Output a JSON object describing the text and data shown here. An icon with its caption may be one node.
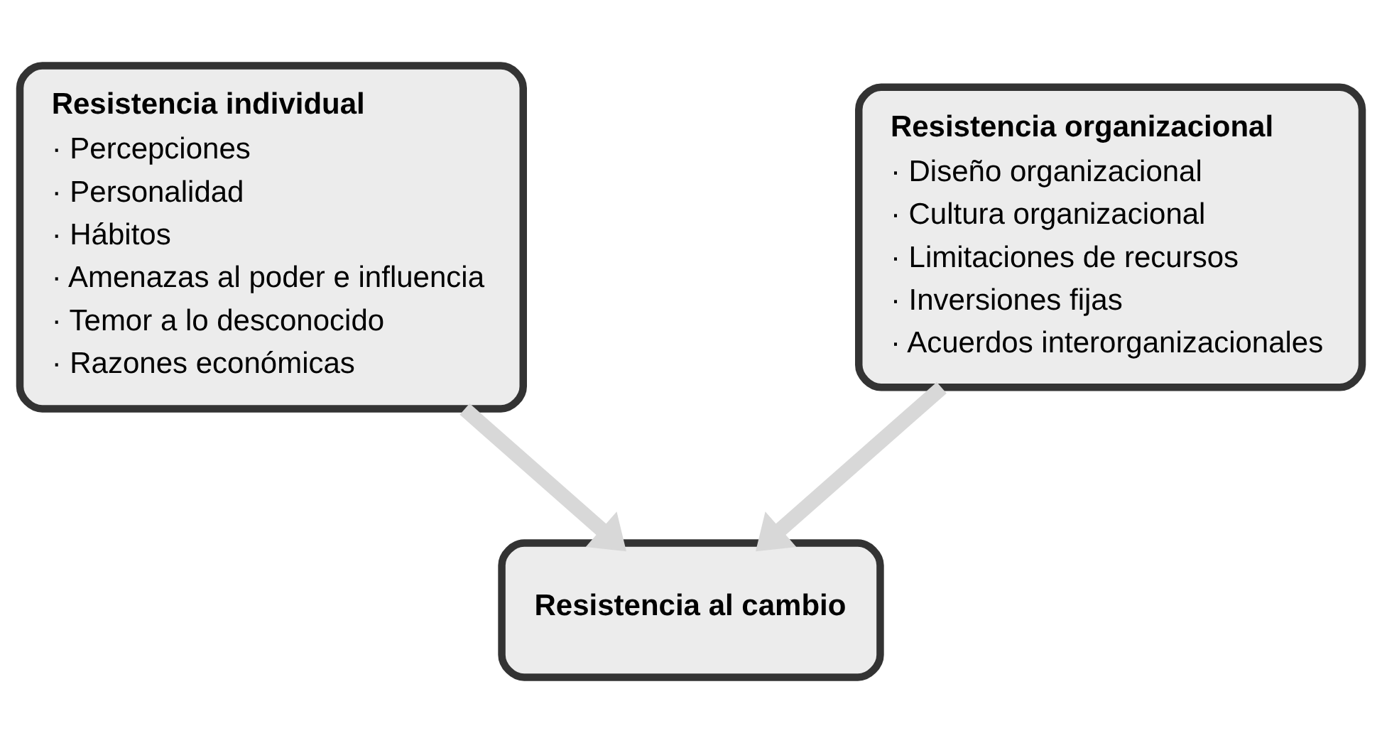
{
  "diagram": {
    "nodes": [
      {
        "text": [
          "Resistencia individual",
          "· Percepciones",
          "· Personalidad",
          "· Hábitos",
          "· Amenazas al poder e influencia",
          "· Temor a lo desconocido",
          "· Razones económicas"
        ]
      },
      {
        "text": [
          "Resistencia organizacional",
          "· Diseño organizacional",
          "· Cultura organizacional",
          "· Limitaciones de recursos",
          "· Inversiones fijas",
          "· Acuerdos interorganizacionales"
        ]
      },
      {
        "text": [
          "Resistencia al cambio"
        ]
      }
    ],
    "edges": [
      {
        "from": 0,
        "to": 2,
        "arrow": "to"
      },
      {
        "from": 1,
        "to": 2,
        "arrow": "to"
      }
    ]
  }
}
